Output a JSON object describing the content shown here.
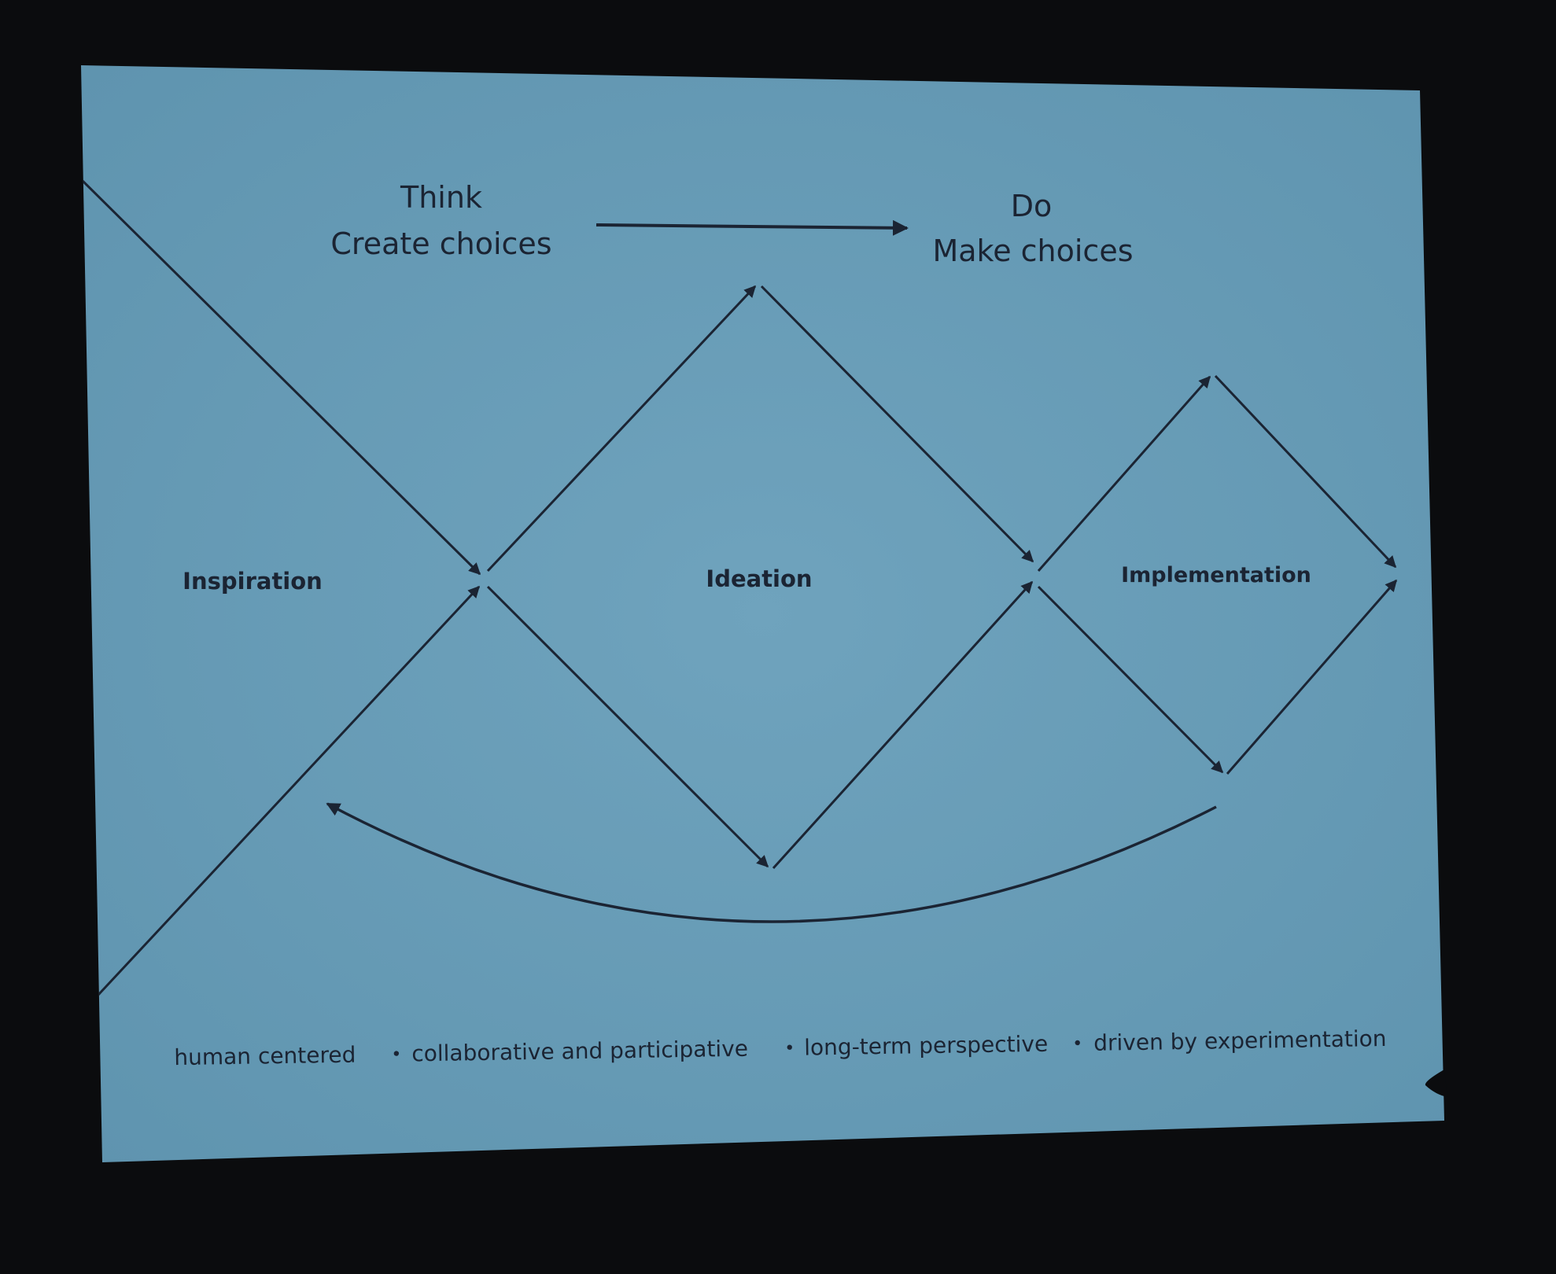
{
  "header": {
    "think": "Think",
    "create_choices": "Create choices",
    "do": "Do",
    "make_choices": "Make choices"
  },
  "phases": {
    "inspiration": "Inspiration",
    "ideation": "Ideation",
    "implementation": "Implementation"
  },
  "principles": {
    "items": [
      "human centered",
      "collaborative and participative",
      "long-term perspective",
      "driven by experimentation"
    ],
    "separator": "•"
  },
  "colors": {
    "slide_background": "#6da0ba",
    "ink": "#1b2433",
    "room_background": "#0b0c0e"
  }
}
